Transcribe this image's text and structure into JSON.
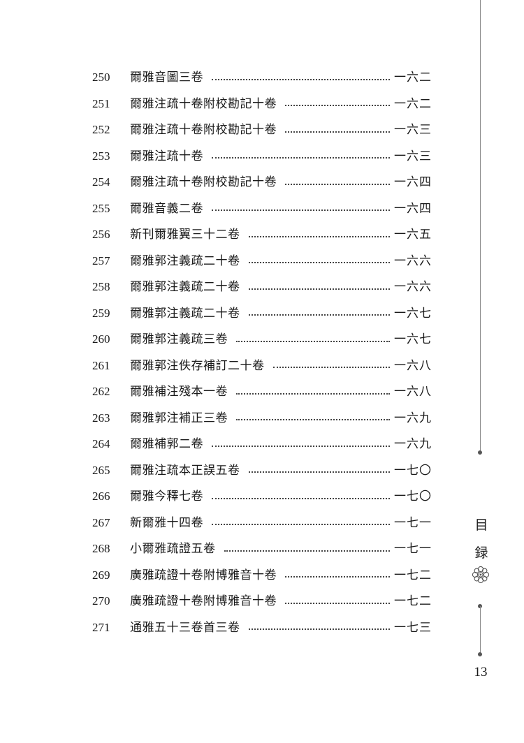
{
  "entries": [
    {
      "num": "250",
      "title": "爾雅音圖三卷",
      "page": "一六二"
    },
    {
      "num": "251",
      "title": "爾雅注疏十卷附校勘記十卷",
      "page": "一六二"
    },
    {
      "num": "252",
      "title": "爾雅注疏十卷附校勘記十卷",
      "page": "一六三"
    },
    {
      "num": "253",
      "title": "爾雅注疏十卷",
      "page": "一六三"
    },
    {
      "num": "254",
      "title": "爾雅注疏十卷附校勘記十卷",
      "page": "一六四"
    },
    {
      "num": "255",
      "title": "爾雅音義二卷",
      "page": "一六四"
    },
    {
      "num": "256",
      "title": "新刊爾雅翼三十二卷",
      "page": "一六五"
    },
    {
      "num": "257",
      "title": "爾雅郭注義疏二十卷",
      "page": "一六六"
    },
    {
      "num": "258",
      "title": "爾雅郭注義疏二十卷",
      "page": "一六六"
    },
    {
      "num": "259",
      "title": "爾雅郭注義疏二十卷",
      "page": "一六七"
    },
    {
      "num": "260",
      "title": "爾雅郭注義疏三卷",
      "page": "一六七"
    },
    {
      "num": "261",
      "title": "爾雅郭注佚存補訂二十卷",
      "page": "一六八"
    },
    {
      "num": "262",
      "title": "爾雅補注殘本一卷",
      "page": "一六八"
    },
    {
      "num": "263",
      "title": "爾雅郭注補正三卷",
      "page": "一六九"
    },
    {
      "num": "264",
      "title": "爾雅補郭二卷",
      "page": "一六九"
    },
    {
      "num": "265",
      "title": "爾雅注疏本正誤五卷",
      "page": "一七〇"
    },
    {
      "num": "266",
      "title": "爾雅今釋七卷",
      "page": "一七〇"
    },
    {
      "num": "267",
      "title": "新爾雅十四卷",
      "page": "一七一"
    },
    {
      "num": "268",
      "title": "小爾雅疏證五卷",
      "page": "一七一"
    },
    {
      "num": "269",
      "title": "廣雅疏證十卷附博雅音十卷",
      "page": "一七二"
    },
    {
      "num": "270",
      "title": "廣雅疏證十卷附博雅音十卷",
      "page": "一七二"
    },
    {
      "num": "271",
      "title": "通雅五十三卷首三卷",
      "page": "一七三"
    }
  ],
  "sidebar": {
    "chapter_chars": [
      "目",
      "録"
    ],
    "page_number": "13",
    "ornament_icon": "flower-ornament-icon"
  }
}
